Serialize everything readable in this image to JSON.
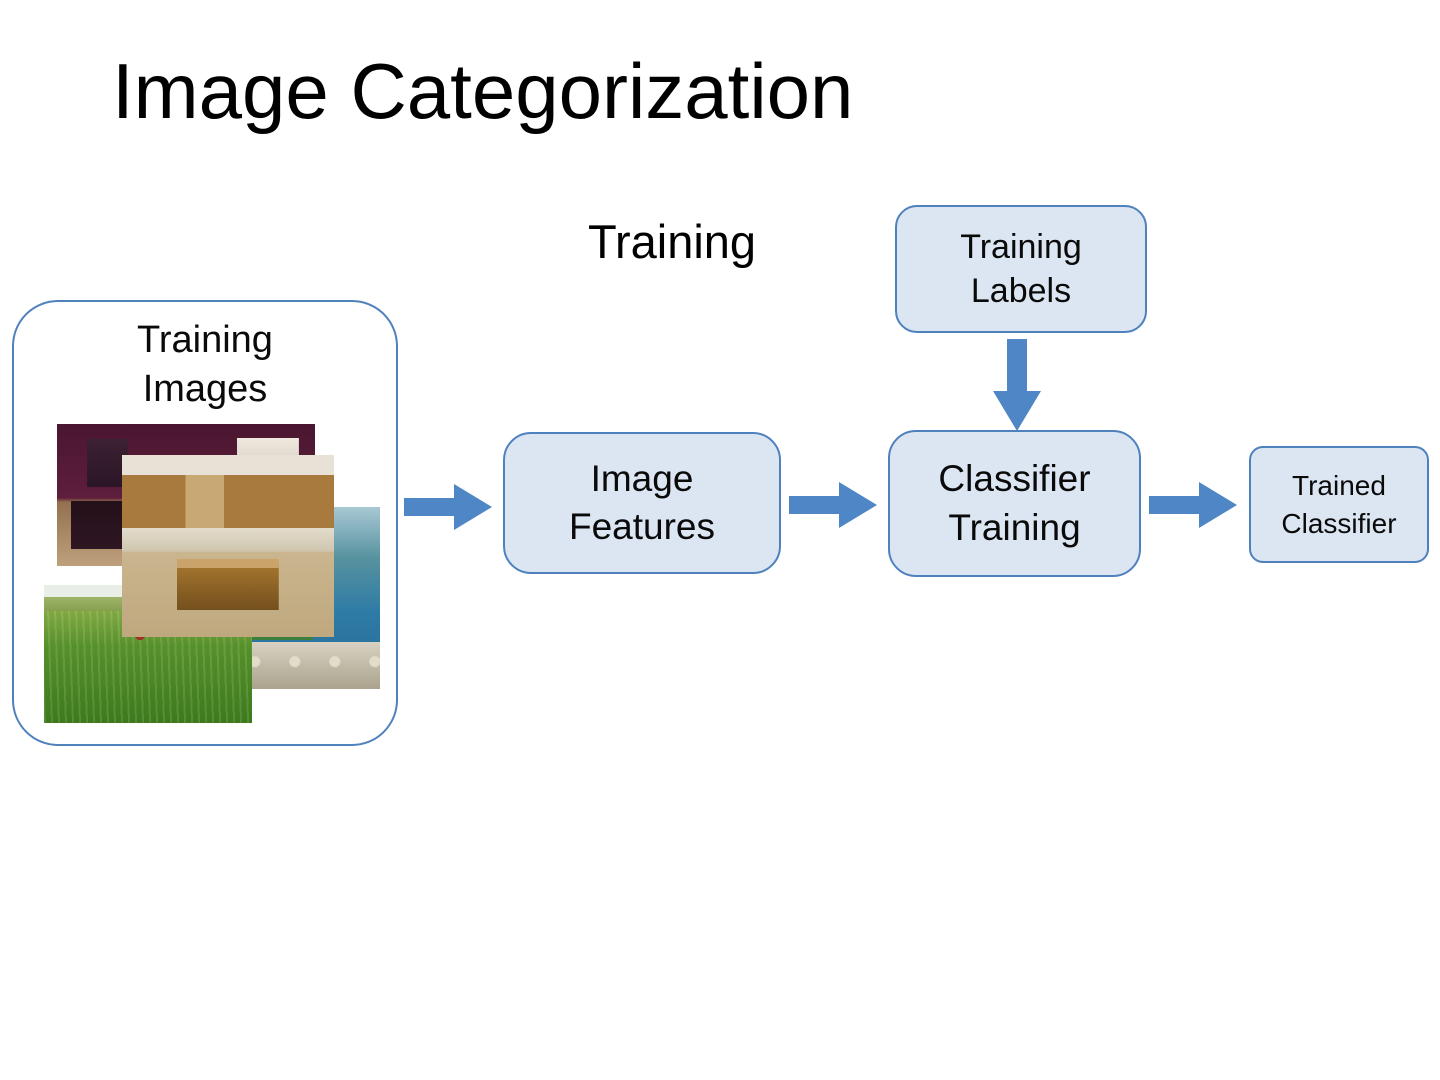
{
  "slide": {
    "title": "Image Categorization",
    "section_label": "Training"
  },
  "nodes": {
    "training_images": {
      "lines": [
        "Training",
        "Images"
      ]
    },
    "training_labels": {
      "lines": [
        "Training",
        "Labels"
      ]
    },
    "image_features": {
      "lines": [
        "Image",
        "Features"
      ]
    },
    "classifier_training": {
      "lines": [
        "Classifier",
        "Training"
      ]
    },
    "trained_classifier": {
      "lines": [
        "Trained",
        "Classifier"
      ]
    }
  },
  "photos": [
    {
      "name": "bedroom interior photo"
    },
    {
      "name": "lake shore with rocks photo"
    },
    {
      "name": "grass field photo"
    },
    {
      "name": "kitchen interior photo"
    }
  ],
  "icons": {
    "flow_arrow_right": "arrow-right-icon",
    "flow_arrow_down": "arrow-down-icon"
  },
  "colors": {
    "box_fill": "#dbe6f2",
    "box_border": "#4f81bd",
    "arrow_fill": "#4f86c6",
    "background": "#ffffff",
    "text": "#000000"
  }
}
